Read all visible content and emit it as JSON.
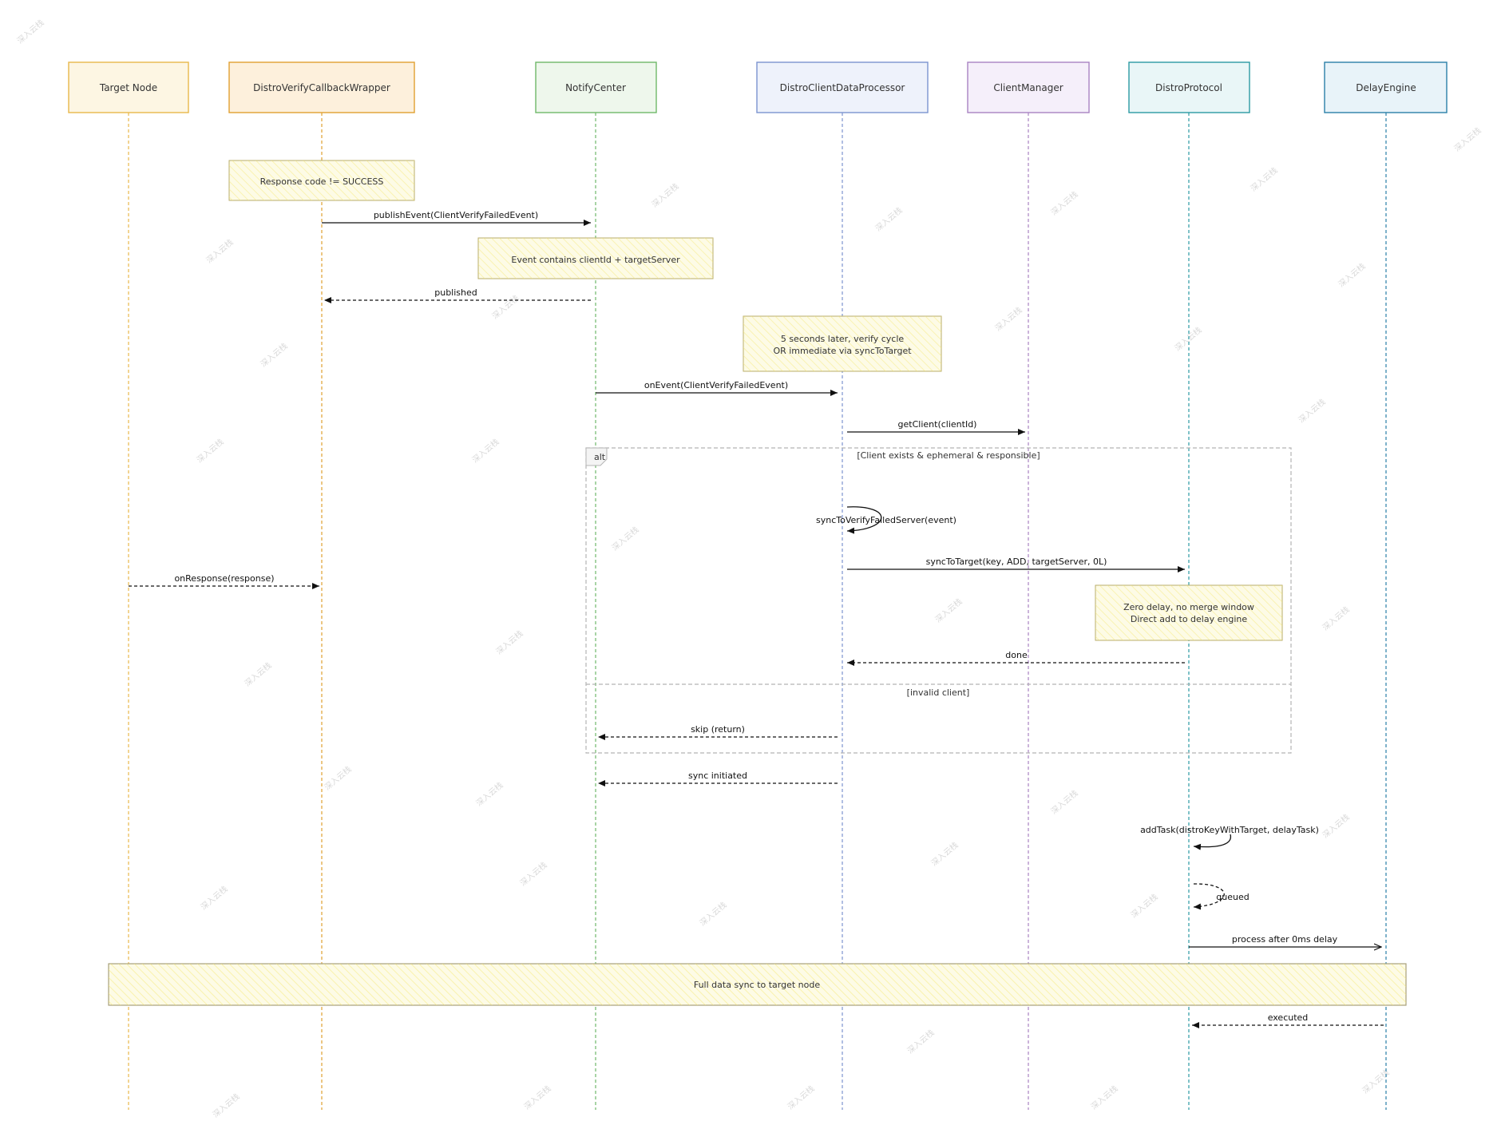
{
  "participants": [
    {
      "id": "tn",
      "label": "Target Node",
      "color": "#e8b84a"
    },
    {
      "id": "dvcw",
      "label": "DistroVerifyCallbackWrapper",
      "color": "#e0a030"
    },
    {
      "id": "nc",
      "label": "NotifyCenter",
      "color": "#6fb86a"
    },
    {
      "id": "dcdp",
      "label": "DistroClientDataProcessor",
      "color": "#7b93cf"
    },
    {
      "id": "cm",
      "label": "ClientManager",
      "color": "#a983c2"
    },
    {
      "id": "dp",
      "label": "DistroProtocol",
      "color": "#2b9aa3"
    },
    {
      "id": "de",
      "label": "DelayEngine",
      "color": "#2a7fa8"
    }
  ],
  "notes": [
    {
      "id": "note-response-code",
      "lines": [
        "Response code != SUCCESS"
      ]
    },
    {
      "id": "note-event-contains",
      "lines": [
        "Event contains clientId + targetServer"
      ]
    },
    {
      "id": "note-five-seconds",
      "lines": [
        "5 seconds later, verify cycle",
        "OR immediate via syncToTarget"
      ]
    },
    {
      "id": "note-zero-delay",
      "lines": [
        "Zero delay, no merge window",
        "Direct add to delay engine"
      ]
    },
    {
      "id": "note-full-sync",
      "lines": [
        "Full data sync to target node"
      ]
    }
  ],
  "messages": [
    {
      "id": "msg-publish-event",
      "label": "publishEvent(ClientVerifyFailedEvent)",
      "from": "dvcw",
      "to": "nc",
      "style": "solid"
    },
    {
      "id": "msg-published",
      "label": "published",
      "from": "nc",
      "to": "dvcw",
      "style": "dashed"
    },
    {
      "id": "msg-on-event",
      "label": "onEvent(ClientVerifyFailedEvent)",
      "from": "nc",
      "to": "dcdp",
      "style": "solid"
    },
    {
      "id": "msg-get-client",
      "label": "getClient(clientId)",
      "from": "dcdp",
      "to": "cm",
      "style": "solid"
    },
    {
      "id": "msg-sync-to-verify",
      "label": "syncToVerifyFailedServer(event)",
      "from": "dcdp",
      "to": "dcdp",
      "style": "solid"
    },
    {
      "id": "msg-sync-to-target",
      "label": "syncToTarget(key, ADD, targetServer, 0L)",
      "from": "dcdp",
      "to": "dp",
      "style": "solid"
    },
    {
      "id": "msg-on-response",
      "label": "onResponse(response)",
      "from": "tn",
      "to": "dvcw",
      "style": "dashed"
    },
    {
      "id": "msg-done",
      "label": "done",
      "from": "dp",
      "to": "dcdp",
      "style": "dashed"
    },
    {
      "id": "msg-skip",
      "label": "skip (return)",
      "from": "dcdp",
      "to": "nc",
      "style": "dashed"
    },
    {
      "id": "msg-sync-initiated",
      "label": "sync initiated",
      "from": "dcdp",
      "to": "nc",
      "style": "dashed"
    },
    {
      "id": "msg-add-task",
      "label": "addTask(distroKeyWithTarget, delayTask)",
      "from": "dp",
      "to": "dp",
      "style": "solid"
    },
    {
      "id": "msg-queued",
      "label": "queued",
      "from": "dp",
      "to": "dp",
      "style": "dashed"
    },
    {
      "id": "msg-process-after",
      "label": "process after 0ms delay",
      "from": "dp",
      "to": "de",
      "style": "solid"
    },
    {
      "id": "msg-executed",
      "label": "executed",
      "from": "de",
      "to": "dp",
      "style": "dashed"
    }
  ],
  "alt_frame": {
    "keyword": "alt",
    "condition_1": "[Client exists & ephemeral & responsible]",
    "condition_2": "[invalid client]"
  },
  "watermark": "深入云栈"
}
